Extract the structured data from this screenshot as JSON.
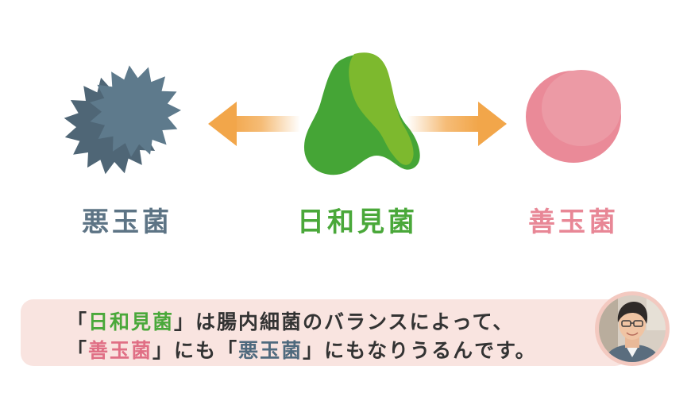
{
  "labels": {
    "bad_bacteria": "悪玉菌",
    "neutral_bacteria": "日和見菌",
    "good_bacteria": "善玉菌"
  },
  "note": {
    "line1_open": "「",
    "line1_term": "日和見菌",
    "line1_close": "」",
    "line1_rest": "は腸内細菌のバランスによって、",
    "line2_open1": "「",
    "line2_term1": "善玉菌",
    "line2_close1": "」",
    "line2_mid": "にも",
    "line2_open2": "「",
    "line2_term2": "悪玉菌",
    "line2_close2": "」",
    "line2_rest": "にもなりうるんです。"
  },
  "colors": {
    "bad": "#5d7485",
    "neutral": "#4aa83a",
    "good": "#e88796",
    "arrow": "#f2a64a",
    "panel": "#f9e4e0"
  }
}
